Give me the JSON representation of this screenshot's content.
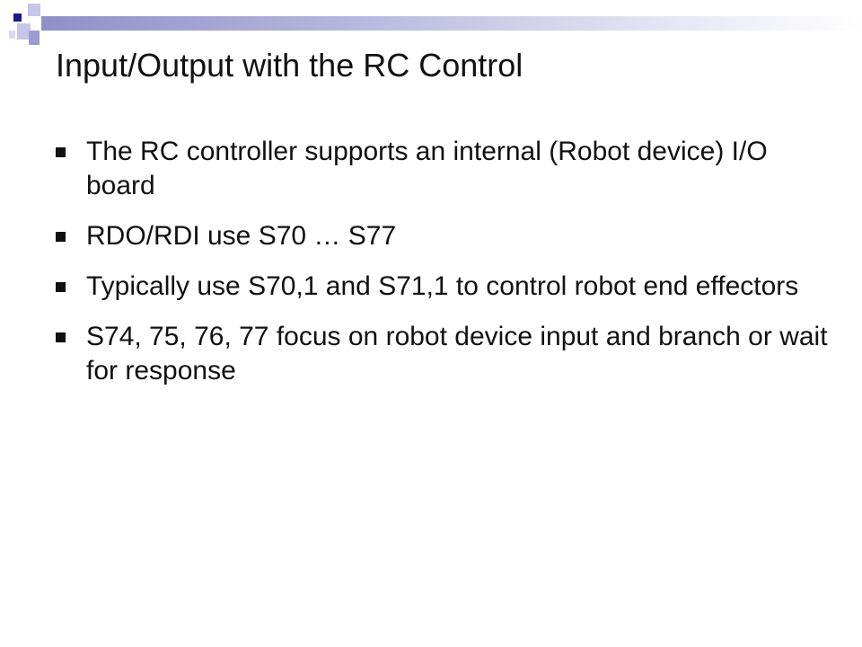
{
  "slide": {
    "title": "Input/Output with the RC Control",
    "bullets": [
      "The RC controller supports an internal (Robot device) I/O board",
      "RDO/RDI use S70 … S77",
      "Typically use S70,1 and S71,1 to control robot end effectors",
      "S74, 75, 76, 77 focus on robot device input and branch or wait for response"
    ]
  },
  "colors": {
    "accent_navy": "#1a1a8c",
    "accent_lavender": "#c6c6e8",
    "text": "#111111"
  }
}
